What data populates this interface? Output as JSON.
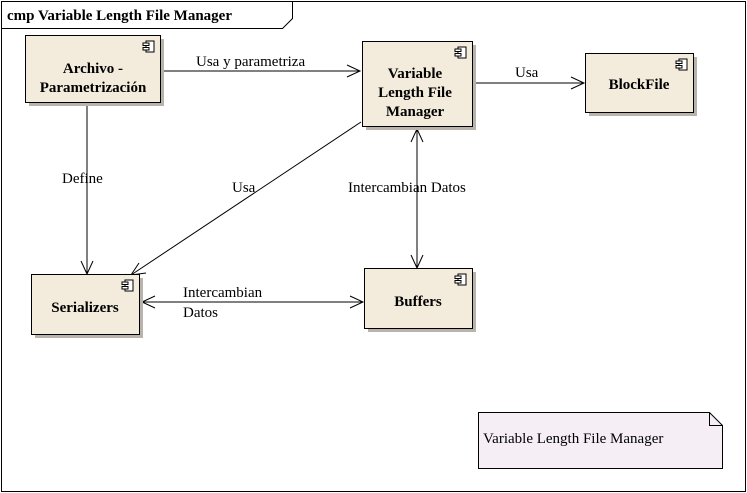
{
  "frame": {
    "title": "cmp Variable Length File Manager"
  },
  "colors": {
    "component_fill": "#f3ecdc",
    "component_shadow": "#b8b4ac",
    "note_fill": "#f5eff5",
    "line": "#000000"
  },
  "components": {
    "archivo": {
      "line1": "Archivo -",
      "line2": "Parametrización",
      "icon": "component-icon"
    },
    "vlfm": {
      "line1": "Variable",
      "line2": "Length File",
      "line3": "Manager",
      "icon": "component-icon"
    },
    "blockfile": {
      "label": "BlockFile",
      "icon": "component-icon"
    },
    "serializers": {
      "label": "Serializers",
      "icon": "component-icon"
    },
    "buffers": {
      "label": "Buffers",
      "icon": "component-icon"
    }
  },
  "edges": {
    "archivo_to_vlfm": "Usa y parametriza",
    "vlfm_to_blockfile": "Usa",
    "archivo_to_serializers": "Define",
    "vlfm_to_serializers": "Usa",
    "vlfm_buffers": "Intercambian Datos",
    "serializers_buffers_line1": "Intercambian",
    "serializers_buffers_line2": "Datos"
  },
  "note": {
    "text": "Variable Length File Manager"
  }
}
